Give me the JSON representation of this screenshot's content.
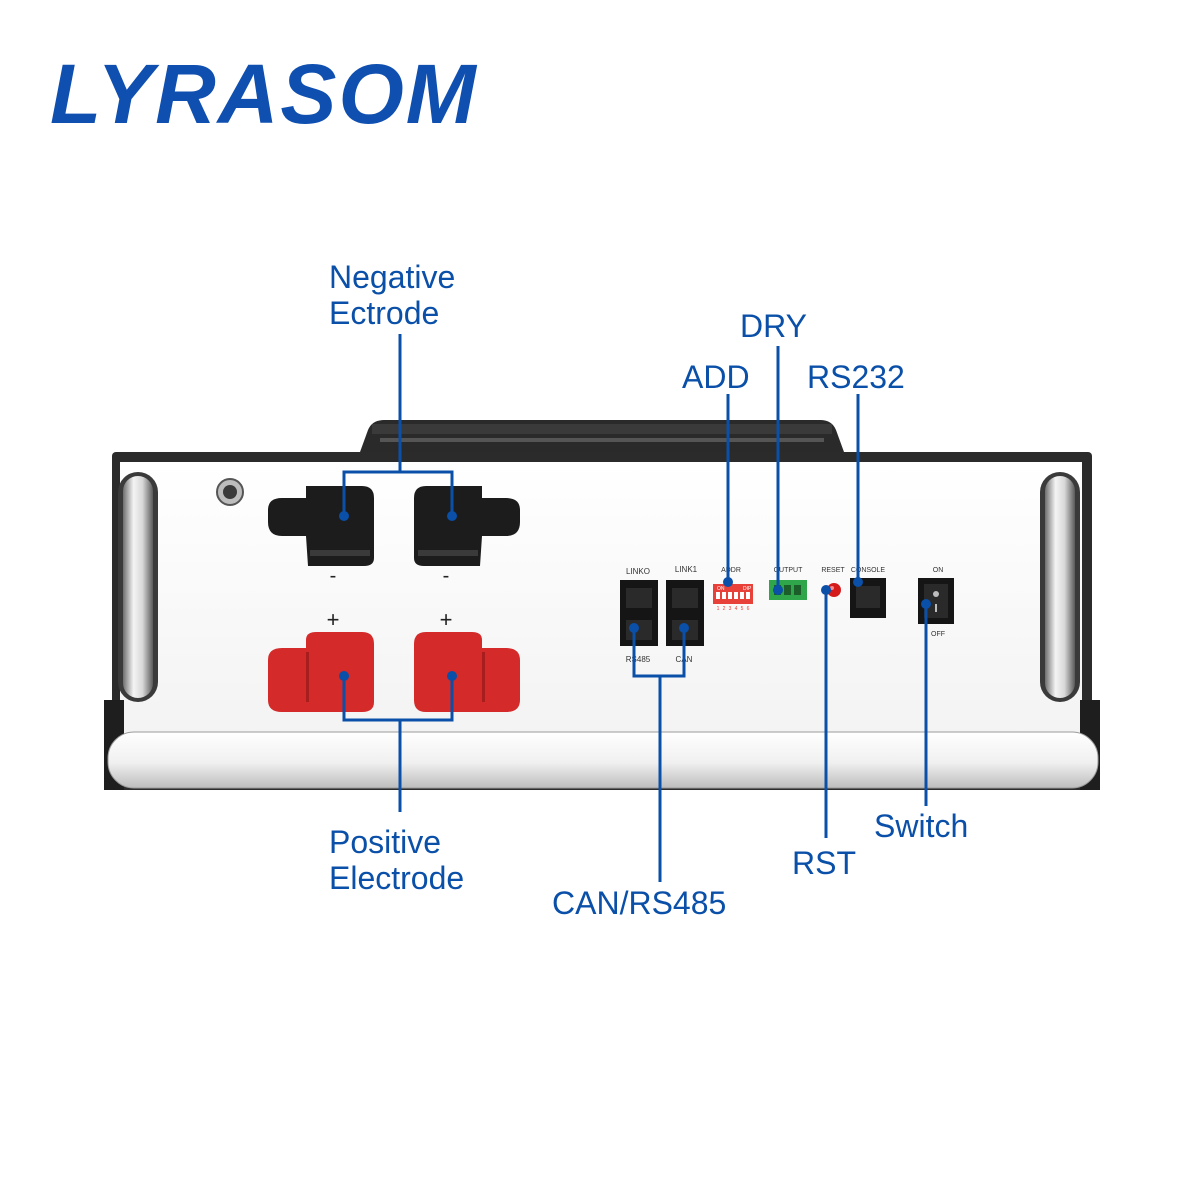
{
  "brand": {
    "logo_text": "LYRASOM",
    "color": "#0f4fb0",
    "accent_green": "#3cc23c"
  },
  "callouts": {
    "negative_electrode": [
      "Negative",
      "Ectrode"
    ],
    "positive_electrode": [
      "Positive",
      "Electrode"
    ],
    "dry": "DRY",
    "add": "ADD",
    "rs232": "RS232",
    "can_rs485": "CAN/RS485",
    "rst": "RST",
    "switch": "Switch"
  },
  "panel": {
    "minus_sign": "-",
    "plus_sign": "+",
    "link0_label": "LINKO",
    "link1_label": "LINK1",
    "rs485_label": "RS485",
    "can_label": "CAN",
    "addr_label": "ADDR",
    "on_mark": "ON",
    "dip_mark": "DIP",
    "dip_numbers": [
      "1",
      "2",
      "3",
      "4",
      "5",
      "6"
    ],
    "output_label": "OUTPUT",
    "reset_label": "RESET",
    "console_label": "CONSOLE",
    "switch_on_label": "ON",
    "switch_off_label": "OFF"
  },
  "colors": {
    "callout_blue": "#0a4fa8",
    "terminal_black": "#1c1c1c",
    "terminal_red": "#d42a2a",
    "dip_red": "#e8413a",
    "output_green": "#2fa64a",
    "reset_red": "#d41c1c"
  }
}
